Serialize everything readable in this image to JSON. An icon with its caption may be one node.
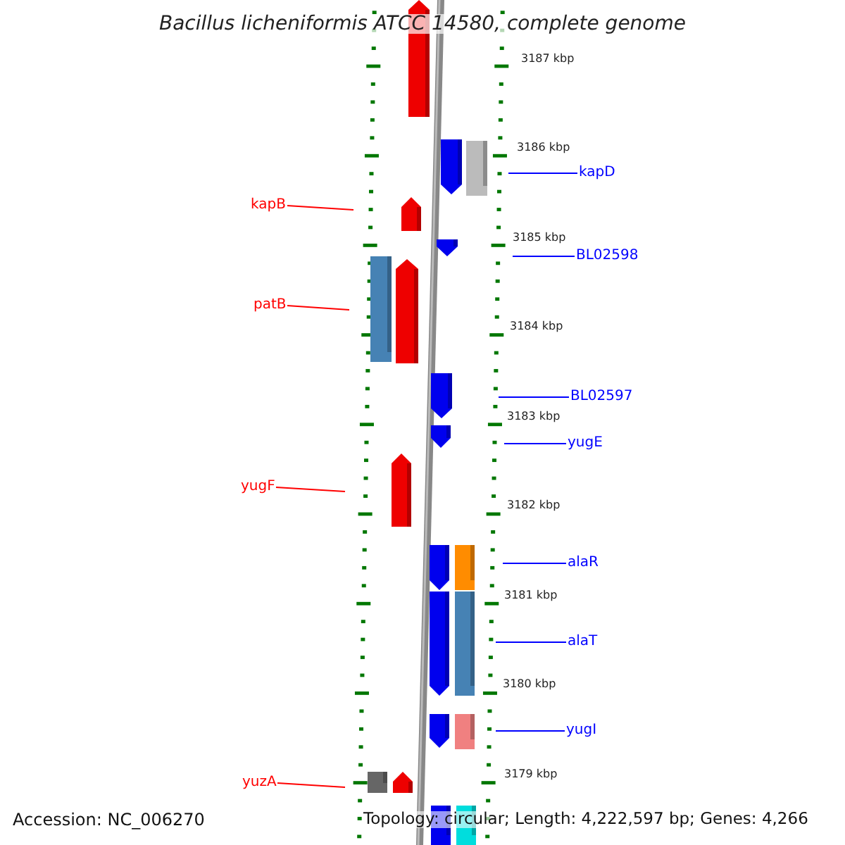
{
  "diagram": {
    "title": "Bacillus licheniformis ATCC 14580, complete genome",
    "nodes": [
      {
        "text": [
          "kapB"
        ]
      },
      {
        "text": [
          "patB"
        ]
      },
      {
        "text": [
          "yugF"
        ]
      },
      {
        "text": [
          "yuzA"
        ]
      },
      {
        "text": [
          "kapD"
        ]
      },
      {
        "text": [
          "BL02598"
        ]
      },
      {
        "text": [
          "BL02597"
        ]
      },
      {
        "text": [
          "yugE"
        ]
      },
      {
        "text": [
          "alaR"
        ]
      },
      {
        "text": [
          "alaT"
        ]
      },
      {
        "text": [
          "yugI"
        ]
      }
    ],
    "edges": [
      {
        "from": 0,
        "to": null,
        "arrow": "none",
        "color": "#ff0000"
      },
      {
        "from": 1,
        "to": null,
        "arrow": "none",
        "color": "#ff0000"
      },
      {
        "from": 2,
        "to": null,
        "arrow": "none",
        "color": "#ff0000"
      },
      {
        "from": 3,
        "to": null,
        "arrow": "none",
        "color": "#ff0000"
      },
      {
        "from": 4,
        "to": null,
        "arrow": "none",
        "color": "#0000ff"
      },
      {
        "from": 5,
        "to": null,
        "arrow": "none",
        "color": "#0000ff"
      },
      {
        "from": 6,
        "to": null,
        "arrow": "none",
        "color": "#0000ff"
      },
      {
        "from": 7,
        "to": null,
        "arrow": "none",
        "color": "#0000ff"
      },
      {
        "from": 8,
        "to": null,
        "arrow": "none",
        "color": "#0000ff"
      },
      {
        "from": 9,
        "to": null,
        "arrow": "none",
        "color": "#0000ff"
      },
      {
        "from": 10,
        "to": null,
        "arrow": "none",
        "color": "#0000ff"
      }
    ],
    "labels": [
      "3187 kbp",
      "3186 kbp",
      "3185 kbp",
      "3184 kbp",
      "3183 kbp",
      "3182 kbp",
      "3181 kbp",
      "3180 kbp",
      "3179 kbp",
      "Accession: NC_006270",
      "Topology: circular; Length: 4,222,597 bp; Genes: 4,266"
    ]
  }
}
